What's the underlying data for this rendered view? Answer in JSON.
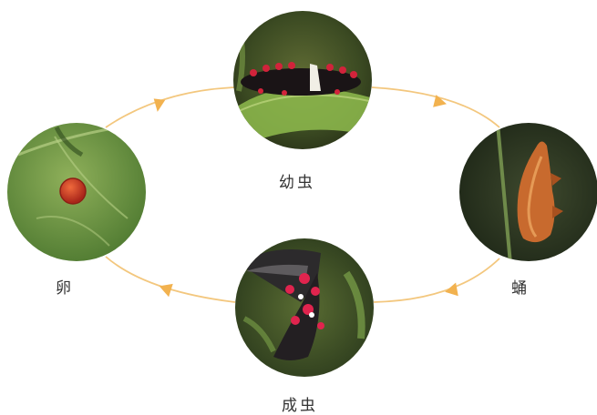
{
  "stages": {
    "larva": "幼虫",
    "pupa": "蛹",
    "adult": "成虫",
    "egg": "卵"
  },
  "colors": {
    "cycle_line": "#f3c77e",
    "arrow": "#f2b24f",
    "label_text": "#333333"
  },
  "icons": {
    "larva": "caterpillar-icon",
    "pupa": "chrysalis-icon",
    "adult": "butterfly-icon",
    "egg": "egg-icon"
  }
}
